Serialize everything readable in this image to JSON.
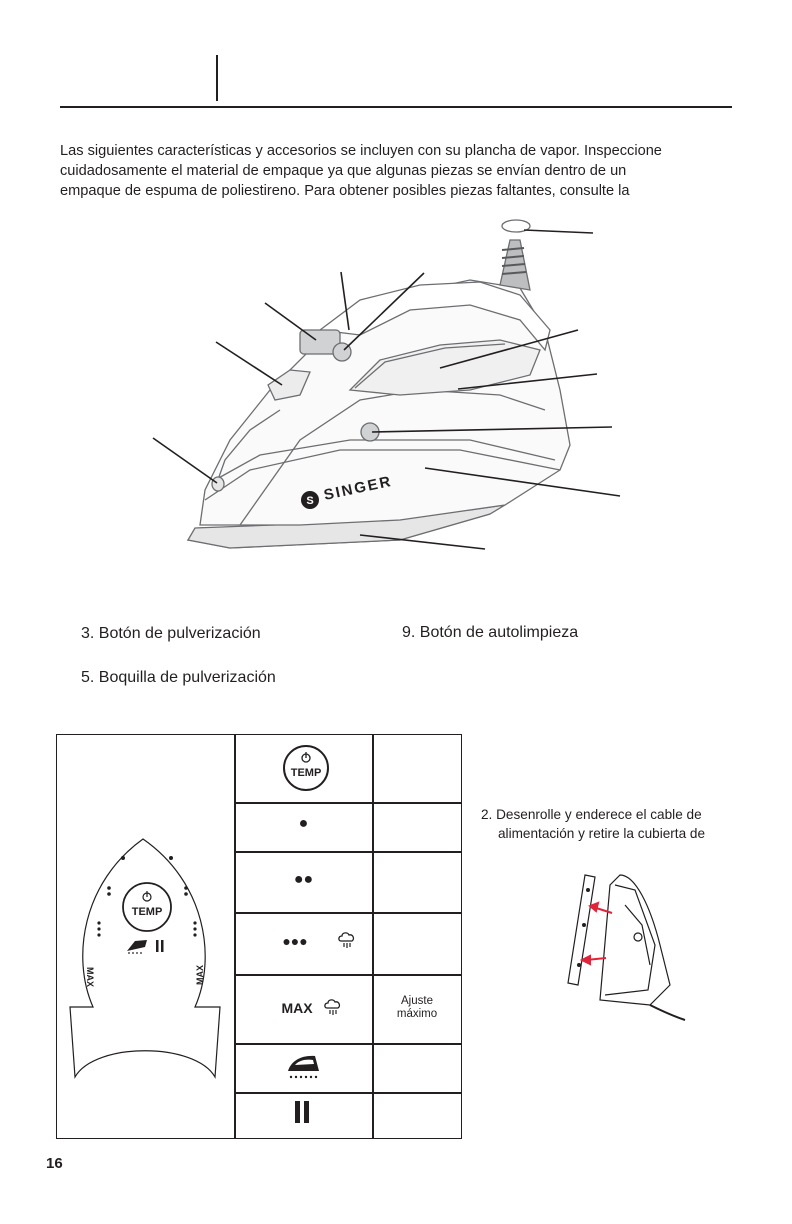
{
  "intro": {
    "line1": "Las siguientes características y accesorios se incluyen con su plancha de vapor. Inspeccione",
    "line2": "cuidadosamente el material de empaque ya que algunas piezas se envían dentro de un",
    "line3": "empaque de espuma de poliestireno. Para obtener posibles piezas faltantes, consulte la"
  },
  "iron": {
    "brand": "SINGER",
    "brand_badge": "S"
  },
  "parts": {
    "item3": "3. Botón de pulverización",
    "item9": "9. Botón de autolimpieza",
    "item5": "5. Boquilla de pulverización"
  },
  "settings_table": {
    "dial": {
      "temp_label": "TEMP",
      "max_label_left": "MAX",
      "max_label_right": "MAX"
    },
    "rows": [
      {
        "symbol": "TEMP",
        "icon": "power-temp-icon",
        "description": ""
      },
      {
        "symbol": "●",
        "icon": "one-dot-icon",
        "description": ""
      },
      {
        "symbol": "●●",
        "icon": "two-dots-icon",
        "description": ""
      },
      {
        "symbol": "●●●",
        "icon": "three-dots-steam-icon",
        "description": ""
      },
      {
        "symbol": "MAX",
        "icon": "max-steam-icon",
        "description_line1": "Ajuste",
        "description_line2": "máximo"
      },
      {
        "symbol": "",
        "icon": "steam-iron-icon",
        "description": ""
      },
      {
        "symbol": "",
        "icon": "pause-icon",
        "description": ""
      }
    ]
  },
  "step2": {
    "line1": "2. Desenrolle y enderece el cable de",
    "line2": "alimentación y retire la cubierta de"
  },
  "page_number": "16",
  "colors": {
    "text": "#231f20",
    "arrow_accent": "#e0243a"
  }
}
